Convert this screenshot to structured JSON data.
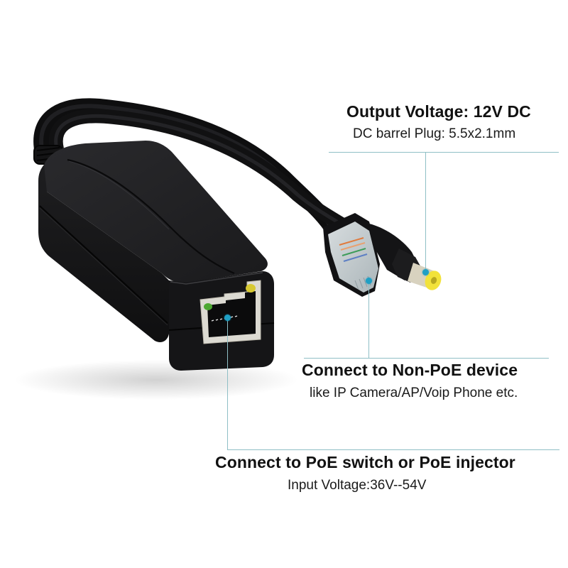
{
  "image": {
    "subject": "PoE splitter with RJ45 and DC barrel plug outputs",
    "background_color": "#ffffff",
    "device_color": "#1c1c1e",
    "callout_line_color": "#8fbfc6",
    "callout_dot_color": "#1f9fc4"
  },
  "callouts": {
    "output": {
      "title": "Output Voltage: 12V DC",
      "subtitle": "DC barrel Plug: 5.5x2.1mm"
    },
    "non_poe": {
      "title": "Connect to Non-PoE device",
      "subtitle": "like IP Camera/AP/Voip Phone etc."
    },
    "poe_input": {
      "title": "Connect to PoE switch or PoE injector",
      "subtitle": "Input Voltage:36V--54V"
    }
  },
  "icons": {
    "rj45_port": "ethernet-port-icon",
    "led_green": "green-led",
    "led_yellow": "yellow-led",
    "dc_plug_tip": "dc-plug-icon",
    "rj45_plug": "rj45-plug-icon"
  }
}
